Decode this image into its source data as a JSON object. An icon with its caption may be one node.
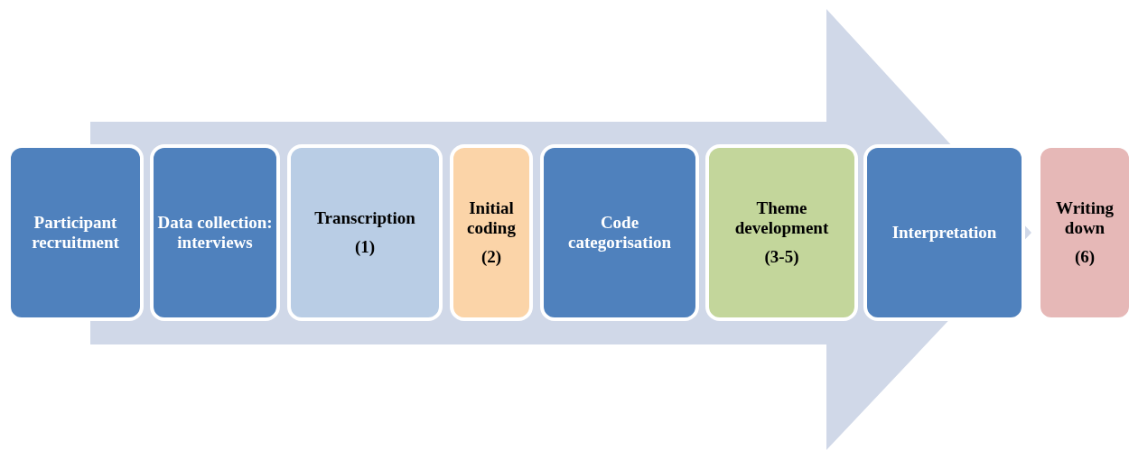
{
  "diagram": {
    "nodes": [
      {
        "text": [
          "Participant recruitment"
        ]
      },
      {
        "text": [
          "Data collection: interviews"
        ]
      },
      {
        "text": [
          "Transcription",
          "(1)"
        ]
      },
      {
        "text": [
          "Initial coding",
          "(2)"
        ]
      },
      {
        "text": [
          "Code categorisation"
        ]
      },
      {
        "text": [
          "Theme development",
          "(3-5)"
        ]
      },
      {
        "text": [
          "Interpretation"
        ]
      },
      {
        "text": [
          "Writing down",
          "(6)"
        ]
      }
    ]
  }
}
